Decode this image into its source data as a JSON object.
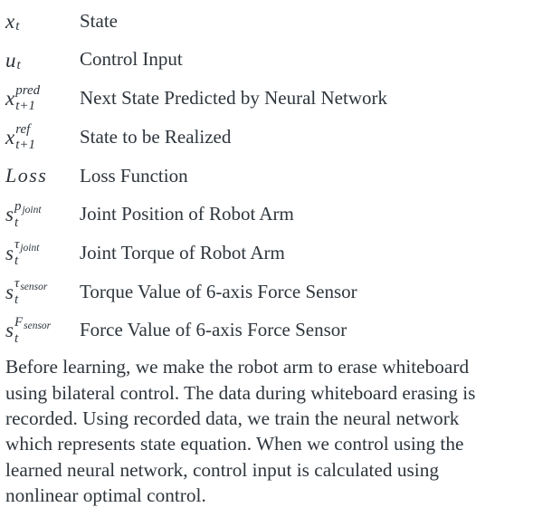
{
  "colors": {
    "text": "#2e353c",
    "background": "#ffffff"
  },
  "glossary": {
    "rows": [
      {
        "base": "x",
        "sub": "t",
        "desc": "State"
      },
      {
        "base": "u",
        "sub": "t",
        "desc": "Control Input"
      },
      {
        "base": "x",
        "sup": "pred",
        "sub": "t+1",
        "desc": "Next State Predicted by Neural Network"
      },
      {
        "base": "x",
        "sup": "ref",
        "sub": "t+1",
        "desc": "State to be Realized"
      },
      {
        "base": "Loss",
        "desc": "Loss Function"
      },
      {
        "base": "s",
        "sup": "p",
        "sup_sub": "joint",
        "sub": "t",
        "desc": "Joint Position of Robot Arm"
      },
      {
        "base": "s",
        "sup": "τ",
        "sup_sub": "joint",
        "sub": "t",
        "desc": "Joint Torque of Robot Arm"
      },
      {
        "base": "s",
        "sup": "τ",
        "sup_sub": "sensor",
        "sub": "t",
        "desc": "Torque Value of 6-axis Force Sensor"
      },
      {
        "base": "s",
        "sup": "F",
        "sup_sub": "sensor",
        "sub": "t",
        "desc": "Force Value of 6-axis Force Sensor"
      }
    ]
  },
  "paragraph": {
    "lines": [
      "Before learning, we make the robot arm to erase whiteboard",
      "using bilateral control. The data during whiteboard erasing is",
      "recorded. Using recorded data, we train the neural network",
      "which represents state equation. When we control using the",
      "learned neural network, control input is calculated using",
      "nonlinear optimal control."
    ]
  }
}
